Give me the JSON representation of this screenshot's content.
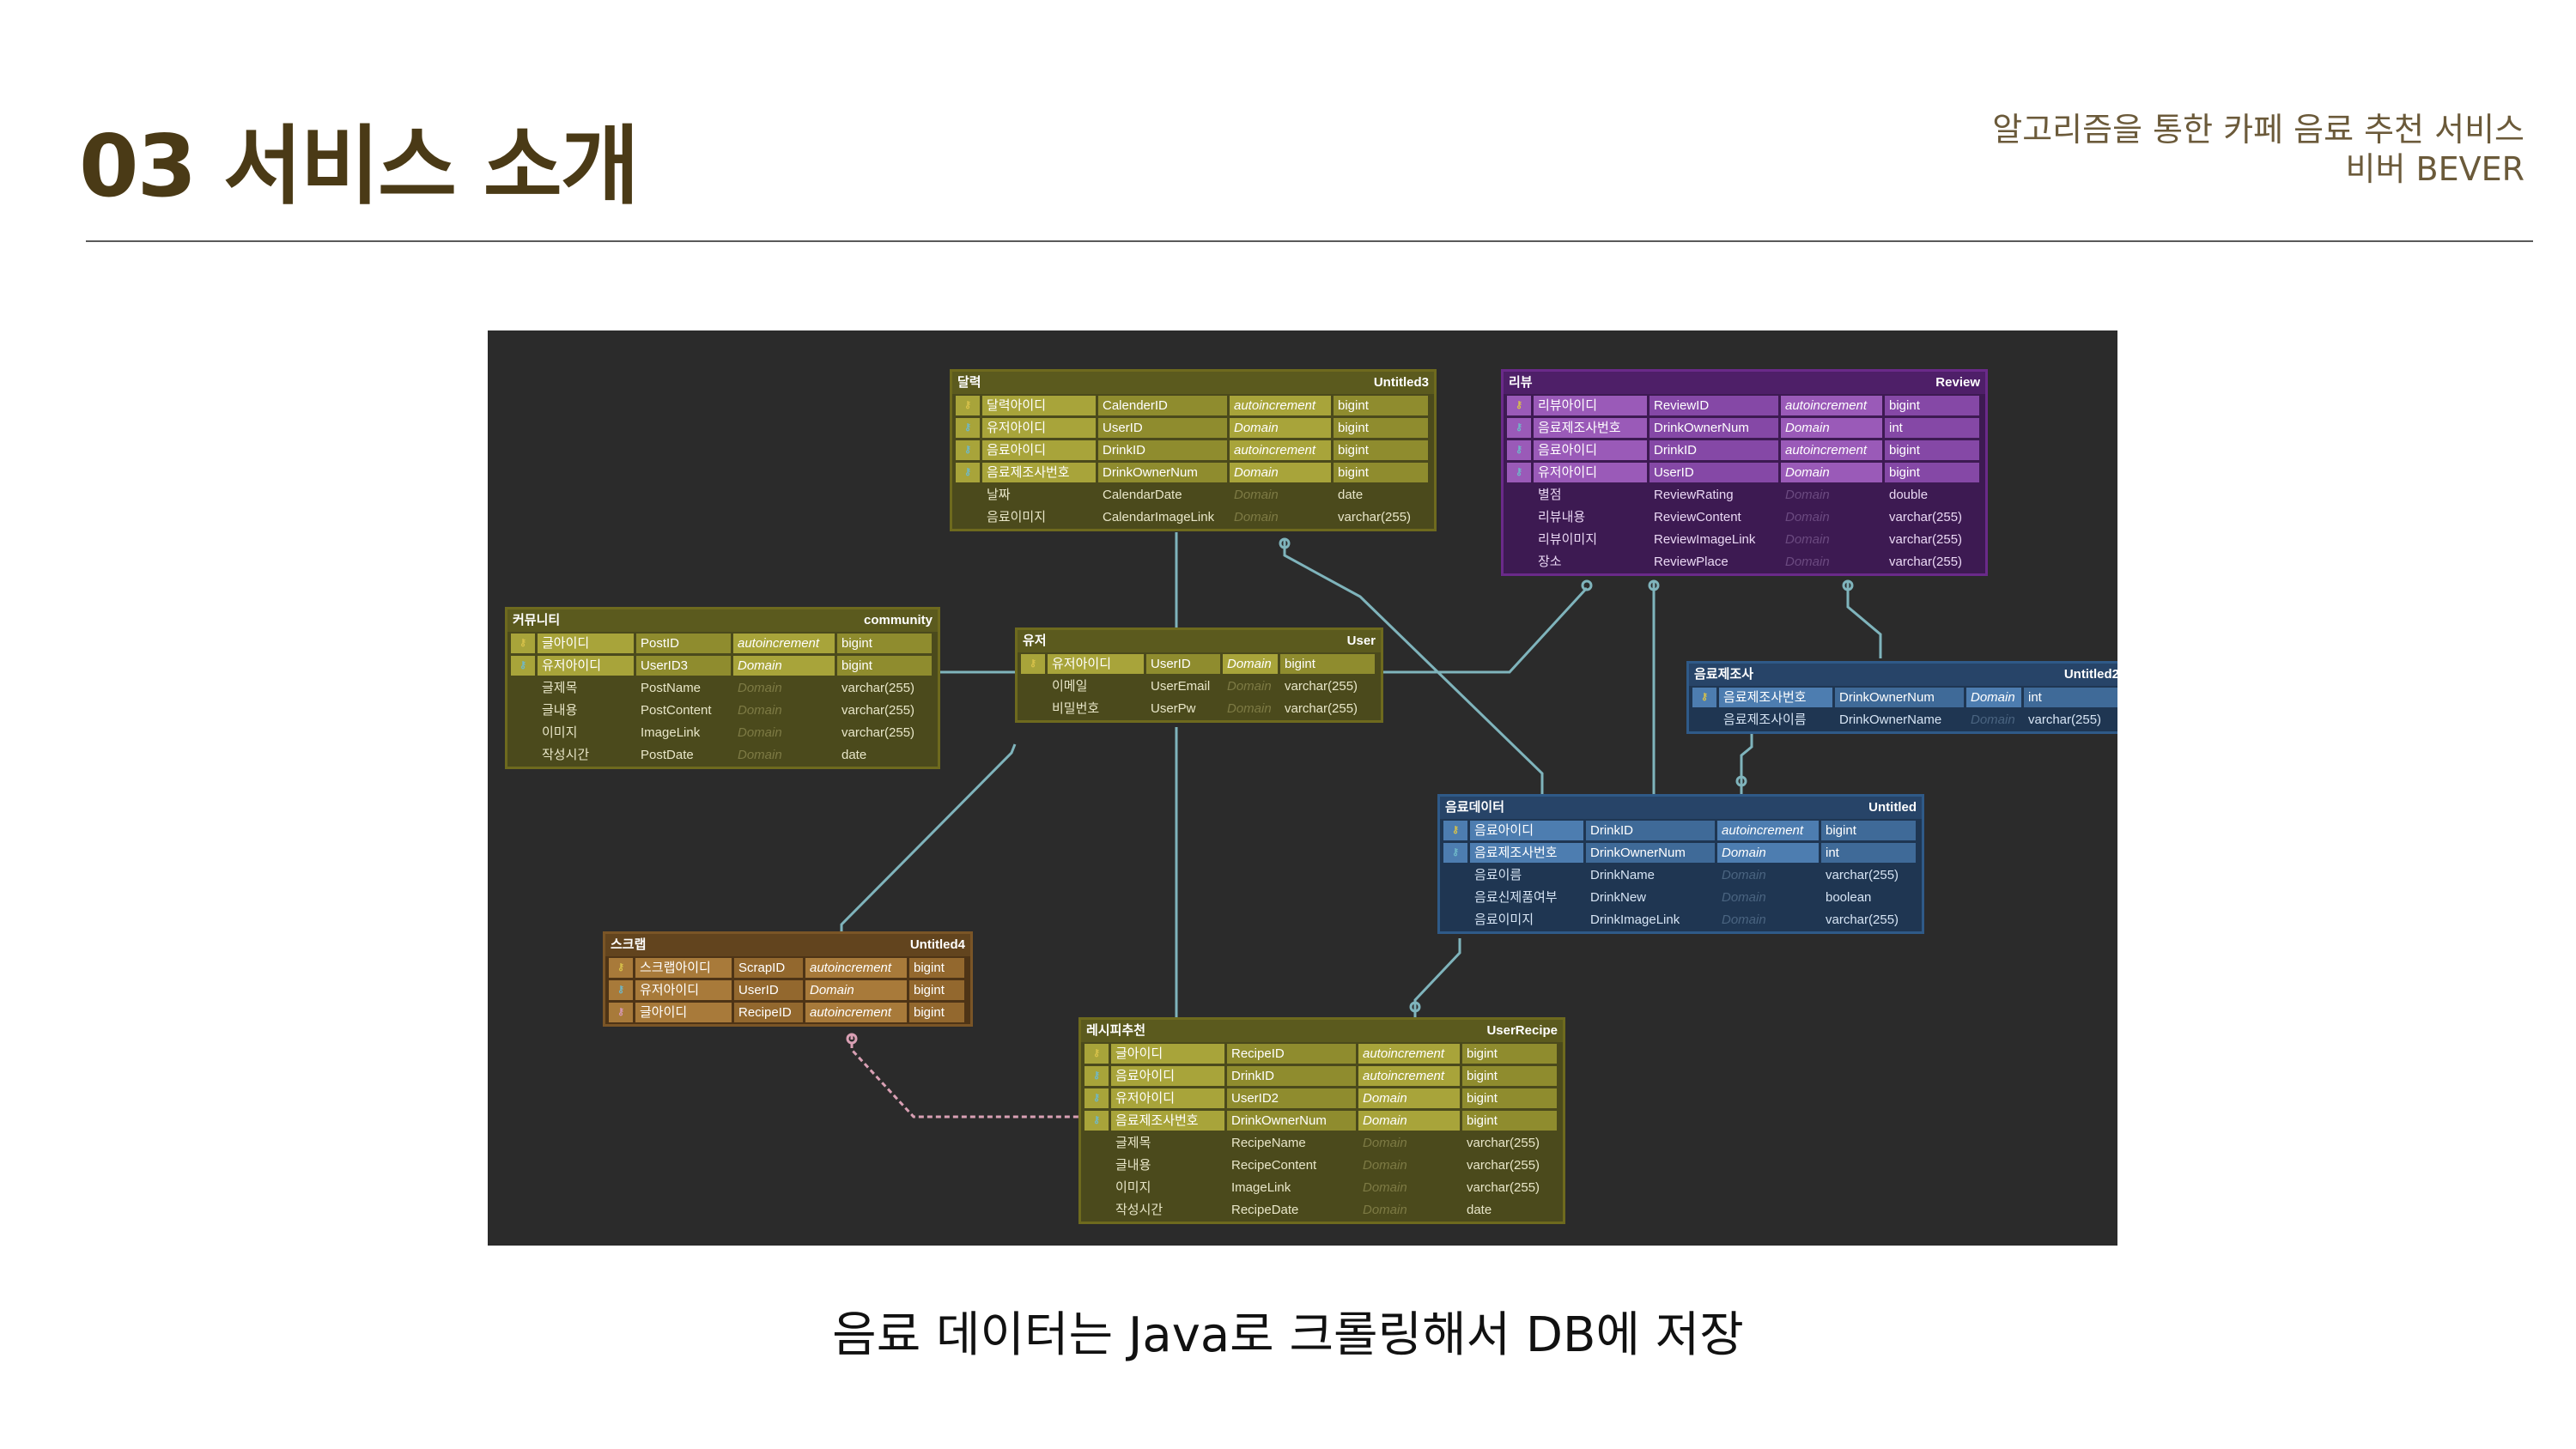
{
  "header": {
    "title": "03 서비스 소개",
    "subtitle_line1": "알고리즘을 통한 카페 음료 추천 서비스",
    "subtitle_line2": "비버 BEVER"
  },
  "caption": "음료 데이터는 Java로 크롤링해서 DB에 저장",
  "erd": {
    "tables": [
      {
        "id": "calendar",
        "kr": "달력",
        "name": "Untitled3",
        "theme": "olive",
        "rows": [
          {
            "key": "pk",
            "kr": "달력아이디",
            "col": "CalenderID",
            "dom": "autoincrement",
            "type": "bigint"
          },
          {
            "key": "fk",
            "kr": "유저아이디",
            "col": "UserID",
            "dom": "Domain",
            "type": "bigint"
          },
          {
            "key": "fk",
            "kr": "음료아이디",
            "col": "DrinkID",
            "dom": "autoincrement",
            "type": "bigint"
          },
          {
            "key": "fk",
            "kr": "음료제조사번호",
            "col": "DrinkOwnerNum",
            "dom": "Domain",
            "type": "bigint"
          },
          {
            "key": "",
            "kr": "날짜",
            "col": "CalendarDate",
            "dom": "Domain",
            "type": "date"
          },
          {
            "key": "",
            "kr": "음료이미지",
            "col": "CalendarImageLink",
            "dom": "Domain",
            "type": "varchar(255)"
          }
        ]
      },
      {
        "id": "review",
        "kr": "리뷰",
        "name": "Review",
        "theme": "purple",
        "rows": [
          {
            "key": "pk",
            "kr": "리뷰아이디",
            "col": "ReviewID",
            "dom": "autoincrement",
            "type": "bigint"
          },
          {
            "key": "fk",
            "kr": "음료제조사번호",
            "col": "DrinkOwnerNum",
            "dom": "Domain",
            "type": "int"
          },
          {
            "key": "fk",
            "kr": "음료아이디",
            "col": "DrinkID",
            "dom": "autoincrement",
            "type": "bigint"
          },
          {
            "key": "fk",
            "kr": "유저아이디",
            "col": "UserID",
            "dom": "Domain",
            "type": "bigint"
          },
          {
            "key": "",
            "kr": "별점",
            "col": "ReviewRating",
            "dom": "Domain",
            "type": "double"
          },
          {
            "key": "",
            "kr": "리뷰내용",
            "col": "ReviewContent",
            "dom": "Domain",
            "type": "varchar(255)"
          },
          {
            "key": "",
            "kr": "리뷰이미지",
            "col": "ReviewImageLink",
            "dom": "Domain",
            "type": "varchar(255)"
          },
          {
            "key": "",
            "kr": "장소",
            "col": "ReviewPlace",
            "dom": "Domain",
            "type": "varchar(255)"
          }
        ]
      },
      {
        "id": "community",
        "kr": "커뮤니티",
        "name": "community",
        "theme": "olive",
        "rows": [
          {
            "key": "pk",
            "kr": "글아이디",
            "col": "PostID",
            "dom": "autoincrement",
            "type": "bigint"
          },
          {
            "key": "fk",
            "kr": "유저아이디",
            "col": "UserID3",
            "dom": "Domain",
            "type": "bigint"
          },
          {
            "key": "",
            "kr": "글제목",
            "col": "PostName",
            "dom": "Domain",
            "type": "varchar(255)"
          },
          {
            "key": "",
            "kr": "글내용",
            "col": "PostContent",
            "dom": "Domain",
            "type": "varchar(255)"
          },
          {
            "key": "",
            "kr": "이미지",
            "col": "ImageLink",
            "dom": "Domain",
            "type": "varchar(255)"
          },
          {
            "key": "",
            "kr": "작성시간",
            "col": "PostDate",
            "dom": "Domain",
            "type": "date"
          }
        ]
      },
      {
        "id": "user",
        "kr": "유저",
        "name": "User",
        "theme": "olive",
        "rows": [
          {
            "key": "pk",
            "kr": "유저아이디",
            "col": "UserID",
            "dom": "Domain",
            "type": "bigint"
          },
          {
            "key": "",
            "kr": "이메일",
            "col": "UserEmail",
            "dom": "Domain",
            "type": "varchar(255)"
          },
          {
            "key": "",
            "kr": "비밀번호",
            "col": "UserPw",
            "dom": "Domain",
            "type": "varchar(255)"
          }
        ]
      },
      {
        "id": "owner",
        "kr": "음료제조사",
        "name": "Untitled2",
        "theme": "blue",
        "rows": [
          {
            "key": "pk",
            "kr": "음료제조사번호",
            "col": "DrinkOwnerNum",
            "dom": "Domain",
            "type": "int"
          },
          {
            "key": "",
            "kr": "음료제조사이름",
            "col": "DrinkOwnerName",
            "dom": "Domain",
            "type": "varchar(255)"
          }
        ]
      },
      {
        "id": "drink",
        "kr": "음료데이터",
        "name": "Untitled",
        "theme": "blue",
        "rows": [
          {
            "key": "pk",
            "kr": "음료아이디",
            "col": "DrinkID",
            "dom": "autoincrement",
            "type": "bigint"
          },
          {
            "key": "fk",
            "kr": "음료제조사번호",
            "col": "DrinkOwnerNum",
            "dom": "Domain",
            "type": "int"
          },
          {
            "key": "",
            "kr": "음료이름",
            "col": "DrinkName",
            "dom": "Domain",
            "type": "varchar(255)"
          },
          {
            "key": "",
            "kr": "음료신제품여부",
            "col": "DrinkNew",
            "dom": "Domain",
            "type": "boolean"
          },
          {
            "key": "",
            "kr": "음료이미지",
            "col": "DrinkImageLink",
            "dom": "Domain",
            "type": "varchar(255)"
          }
        ]
      },
      {
        "id": "scrap",
        "kr": "스크랩",
        "name": "Untitled4",
        "theme": "brown",
        "rows": [
          {
            "key": "pk",
            "kr": "스크랩아이디",
            "col": "ScrapID",
            "dom": "autoincrement",
            "type": "bigint"
          },
          {
            "key": "fk",
            "kr": "유저아이디",
            "col": "UserID",
            "dom": "Domain",
            "type": "bigint"
          },
          {
            "key": "fk2",
            "kr": "글아이디",
            "col": "RecipeID",
            "dom": "autoincrement",
            "type": "bigint"
          }
        ]
      },
      {
        "id": "recipe",
        "kr": "레시피추천",
        "name": "UserRecipe",
        "theme": "olive",
        "rows": [
          {
            "key": "pk",
            "kr": "글아이디",
            "col": "RecipeID",
            "dom": "autoincrement",
            "type": "bigint"
          },
          {
            "key": "fk",
            "kr": "음료아이디",
            "col": "DrinkID",
            "dom": "autoincrement",
            "type": "bigint"
          },
          {
            "key": "fk",
            "kr": "유저아이디",
            "col": "UserID2",
            "dom": "Domain",
            "type": "bigint"
          },
          {
            "key": "fk",
            "kr": "음료제조사번호",
            "col": "DrinkOwnerNum",
            "dom": "Domain",
            "type": "bigint"
          },
          {
            "key": "",
            "kr": "글제목",
            "col": "RecipeName",
            "dom": "Domain",
            "type": "varchar(255)"
          },
          {
            "key": "",
            "kr": "글내용",
            "col": "RecipeContent",
            "dom": "Domain",
            "type": "varchar(255)"
          },
          {
            "key": "",
            "kr": "이미지",
            "col": "ImageLink",
            "dom": "Domain",
            "type": "varchar(255)"
          },
          {
            "key": "",
            "kr": "작성시간",
            "col": "RecipeDate",
            "dom": "Domain",
            "type": "date"
          }
        ]
      }
    ],
    "themes": {
      "olive": {
        "border": "#6e6a1e",
        "bg": "#4b4a1c",
        "hdr": "#5b5a1e",
        "cellK": "#a8a43a",
        "cellD": "#8f8c2e",
        "txtK": "#ffffff",
        "txt": "#e8e6c8",
        "muted": "#7d7a44"
      },
      "purple": {
        "border": "#6a2a8a",
        "bg": "#3d1a52",
        "hdr": "#4e1f68",
        "cellK": "#9a5ab8",
        "cellD": "#8548a6",
        "txtK": "#ffffff",
        "txt": "#ead8f4",
        "muted": "#6b4a80"
      },
      "blue": {
        "border": "#2f5a88",
        "bg": "#1f3652",
        "hdr": "#274468",
        "cellK": "#4d7db0",
        "cellD": "#3f6a98",
        "txtK": "#ffffff",
        "txt": "#d6e4f4",
        "muted": "#4a6480"
      },
      "brown": {
        "border": "#7a5526",
        "bg": "#4e3416",
        "hdr": "#62441e",
        "cellK": "#a87a3a",
        "cellD": "#93682e",
        "txtK": "#ffffff",
        "txt": "#f2e2c8",
        "muted": "#7a5e3e"
      }
    },
    "key_colors": {
      "pk": "#d8c24a",
      "fk": "#6fb8c8",
      "fk2": "#d89ab8"
    }
  }
}
